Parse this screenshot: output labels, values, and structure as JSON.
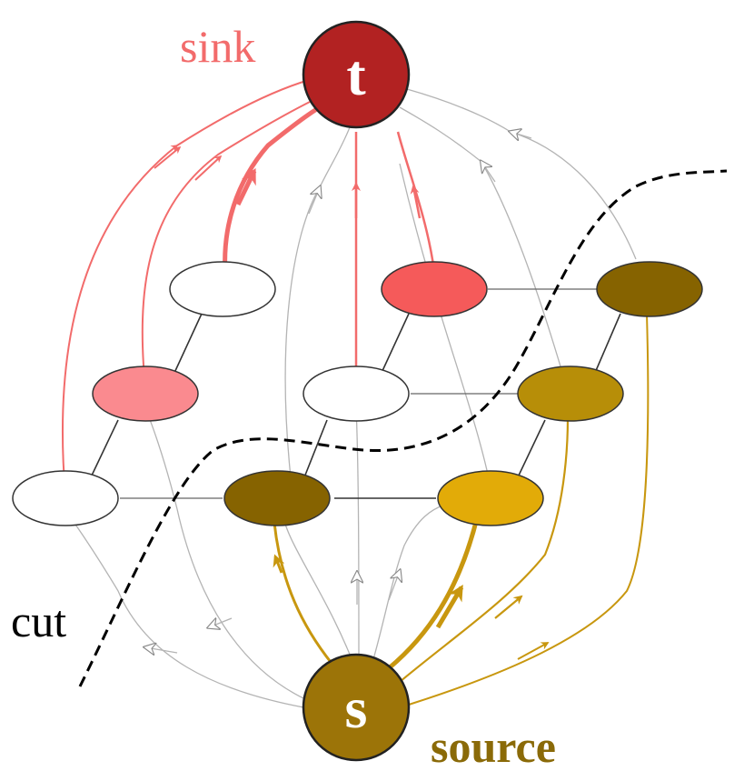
{
  "labels": {
    "sink": "sink",
    "source": "source",
    "cut": "cut",
    "t_node": "t",
    "s_node": "s"
  },
  "colors": {
    "sink_red": "#f26b6b",
    "sink_node": "#b22222",
    "source_node": "#9c7408",
    "gold_edge": "#c8970f",
    "gray_edge": "#b4b4b4",
    "cut_line": "#000000",
    "node_outline": "#333333"
  },
  "grid_nodes": [
    {
      "id": "r0c0",
      "fill": "#ffffff"
    },
    {
      "id": "r0c1",
      "fill": "#f55a5a"
    },
    {
      "id": "r0c2",
      "fill": "#866300"
    },
    {
      "id": "r1c0",
      "fill": "#fa8a8f"
    },
    {
      "id": "r1c1",
      "fill": "#ffffff"
    },
    {
      "id": "r1c2",
      "fill": "#b78e08"
    },
    {
      "id": "r2c0",
      "fill": "#ffffff"
    },
    {
      "id": "r2c1",
      "fill": "#866300"
    },
    {
      "id": "r2c2",
      "fill": "#e2ab08"
    }
  ]
}
